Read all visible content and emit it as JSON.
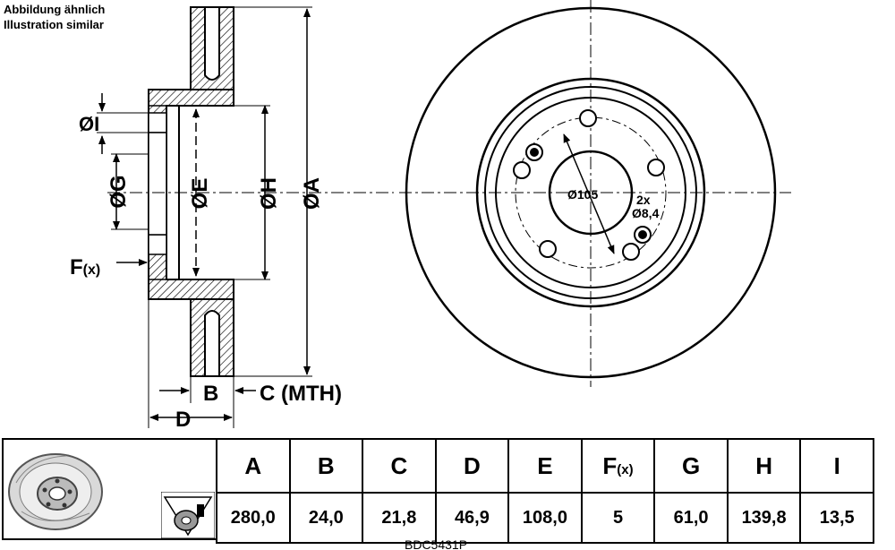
{
  "caption": {
    "line1": "Abbildung ähnlich",
    "line2": "Illustration similar"
  },
  "side_view": {
    "label_I": "ØI",
    "label_G": "ØG",
    "label_E": "ØE",
    "label_H": "ØH",
    "label_A": "ØA",
    "label_F": "F",
    "label_F_sub": "(x)",
    "label_B": "B",
    "label_C": "C (MTH)",
    "label_D": "D"
  },
  "front_view": {
    "center_bore": "Ø105",
    "hole_count": "2x",
    "hole_diameter": "Ø8,4"
  },
  "spec_table": {
    "headers": [
      "A",
      "B",
      "C",
      "D",
      "E",
      "F",
      "G",
      "H",
      "I"
    ],
    "f_sub": "(x)",
    "values": [
      "280,0",
      "24,0",
      "21,8",
      "46,9",
      "108,0",
      "5",
      "61,0",
      "139,8",
      "13,5"
    ]
  },
  "footer_code": "BDC5431P",
  "icons": {
    "thumbnail": "brake-disc-thumbnail-icon",
    "warning": "brake-service-warning-icon"
  }
}
